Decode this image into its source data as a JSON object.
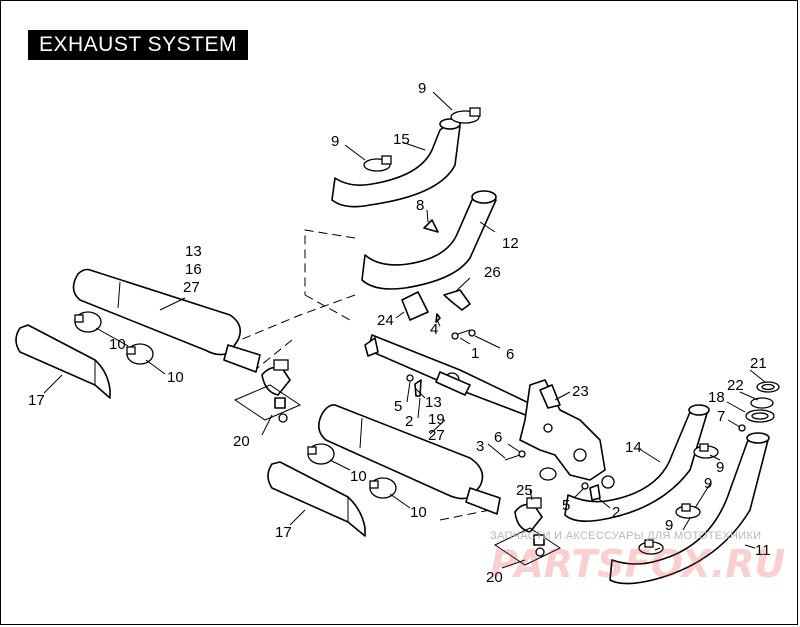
{
  "title": "EXHAUST SYSTEM",
  "watermark": {
    "text": "ЗАПЧАСТИ И АКСЕССУАРЫ ДЛЯ МОТОТЕХНИКИ",
    "brand": "PARTSFOX.RU"
  },
  "labels": {
    "l9a": "9",
    "l9b": "9",
    "l15": "15",
    "l8": "8",
    "l12": "12",
    "l13a": "13",
    "l16": "16",
    "l27a": "27",
    "l26": "26",
    "l24": "24",
    "l4": "4",
    "l1": "1",
    "l6a": "6",
    "l10a": "10",
    "l10b": "10",
    "l17a": "17",
    "l13b": "13",
    "l5a": "5",
    "l2a": "2",
    "l19": "19",
    "l27b": "27",
    "l23": "23",
    "l21": "21",
    "l22": "22",
    "l18": "18",
    "l7": "7",
    "l20a": "20",
    "l3": "3",
    "l6b": "6",
    "l14": "14",
    "l9c": "9",
    "l9d": "9",
    "l9e": "9",
    "l25": "25",
    "l5b": "5",
    "l2b": "2",
    "l10c": "10",
    "l10d": "10",
    "l17b": "17",
    "l11": "11",
    "l20b": "20"
  },
  "colors": {
    "line": "#000000",
    "background": "#ffffff",
    "watermark_red": "#ea2a2a"
  }
}
